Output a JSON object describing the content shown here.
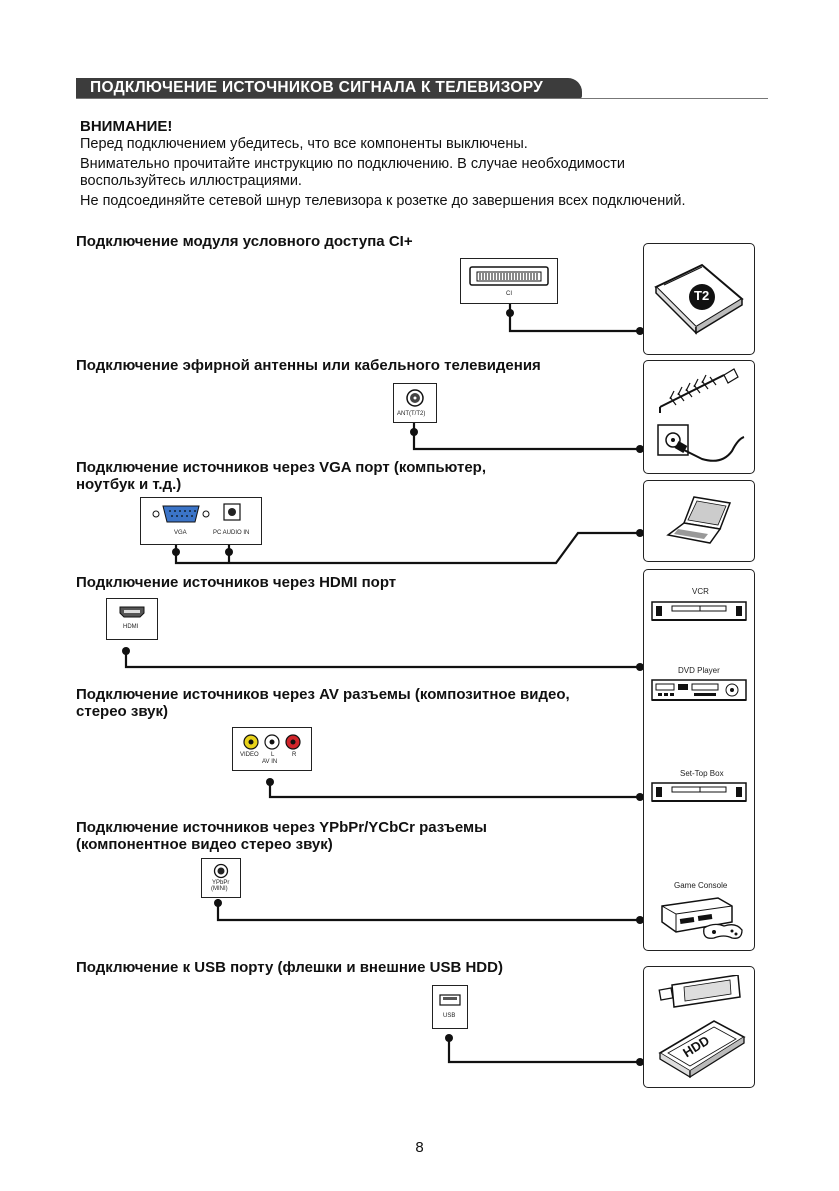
{
  "header": {
    "title": "ПОДКЛЮЧЕНИЕ ИСТОЧНИКОВ СИГНАЛА К ТЕЛЕВИЗОРУ"
  },
  "warning": {
    "title": "ВНИМАНИЕ!",
    "line1": "Перед подключением убедитесь, что все компоненты выключены.",
    "line2": "Внимательно прочитайте инструкцию по подключению. В случае необходимости",
    "line3": "воспользуйтесь иллюстрациями.",
    "line4": "Не подсоединяйте сетевой шнур телевизора к розетке до завершения всех подключений."
  },
  "sections": {
    "ci": {
      "title": "Подключение модуля условного доступа CI+",
      "port_label": "CI",
      "device_badge": "T2"
    },
    "antenna": {
      "title": "Подключение эфирной антенны или кабельного телевидения",
      "port_label": "ANT(T/T2)"
    },
    "vga": {
      "title_line1": "Подключение источников через VGA порт (компьютер,",
      "title_line2": "ноутбук и т.д.)",
      "port_vga": "VGA",
      "port_audio": "PC AUDIO IN"
    },
    "hdmi": {
      "title": "Подключение источников через HDMI порт",
      "port_label": "HDMI"
    },
    "av": {
      "title_line1": "Подключение источников через AV разъемы (композитное видео,",
      "title_line2": "стерео звук)",
      "port_video": "VIDEO",
      "port_l": "L",
      "port_r": "R",
      "port_group": "AV IN"
    },
    "ypbpr": {
      "title_line1": "Подключение источников через YPbPr/YCbCr разъемы",
      "title_line2": "(компонентное видео   стерео звук)",
      "port_line1": "YPbPr",
      "port_line2": "(MINI)"
    },
    "usb": {
      "title": "Подключение к USB порту (флешки и внешние USB HDD)",
      "port_label": "USB",
      "hdd_label": "HDD"
    }
  },
  "devices": {
    "vcr": "VCR",
    "dvd": "DVD Player",
    "stb": "Set-Top Box",
    "console": "Game Console"
  },
  "footer": {
    "page_number": "8"
  }
}
